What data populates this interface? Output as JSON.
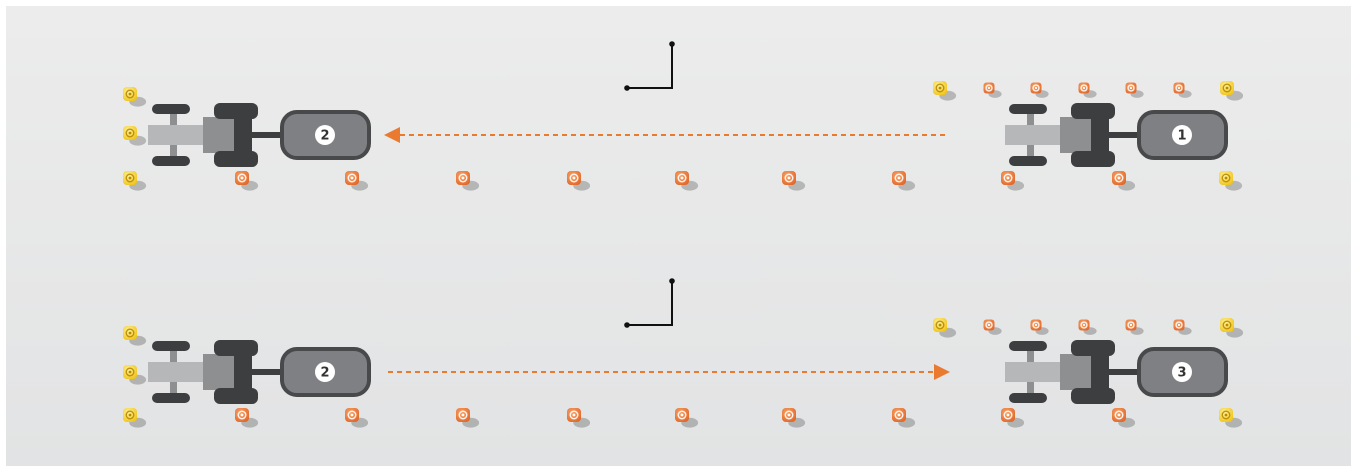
{
  "colors": {
    "background_top": "#ececec",
    "background_bottom": "#e2e3e4",
    "tractor_dark": "#3d3e40",
    "tractor_mid": "#8e8f91",
    "tractor_light": "#b6b7b8",
    "implement_fill": "#7f8083",
    "implement_stroke": "#48494b",
    "arrow": "#ea7a30",
    "marker_yellow": "#f0c419",
    "marker_orange": "#e2682a",
    "axis_line": "#111111"
  },
  "panels": [
    {
      "left_tractor": {
        "label": "2",
        "icon": "tractor-icon"
      },
      "right_tractor": {
        "label": "1",
        "icon": "tractor-icon"
      },
      "direction": "right-to-left"
    },
    {
      "left_tractor": {
        "label": "2",
        "icon": "tractor-icon"
      },
      "right_tractor": {
        "label": "3",
        "icon": "tractor-icon"
      },
      "direction": "left-to-right"
    }
  ],
  "markers": {
    "yellow_icon": "yellow-target-marker-icon",
    "orange_icon": "orange-target-marker-icon"
  }
}
